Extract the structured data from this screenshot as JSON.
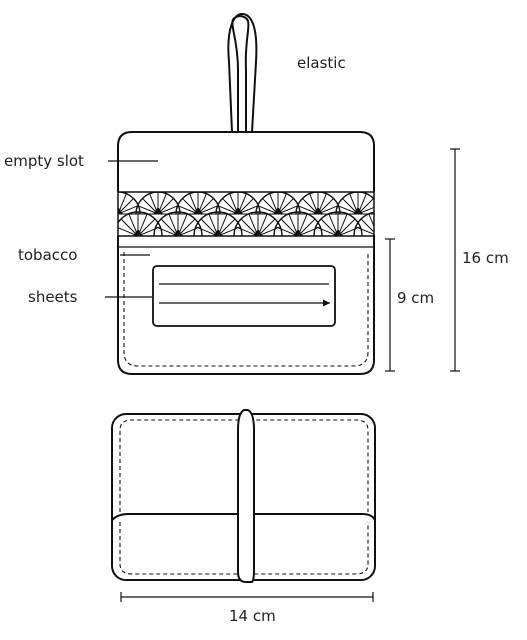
{
  "labels": {
    "elastic": "elastic",
    "empty_slot": "empty slot",
    "tobacco": "tobacco",
    "sheets": "sheets"
  },
  "dimensions": {
    "height_total": "16 cm",
    "height_pocket": "9 cm",
    "width": "14 cm"
  }
}
